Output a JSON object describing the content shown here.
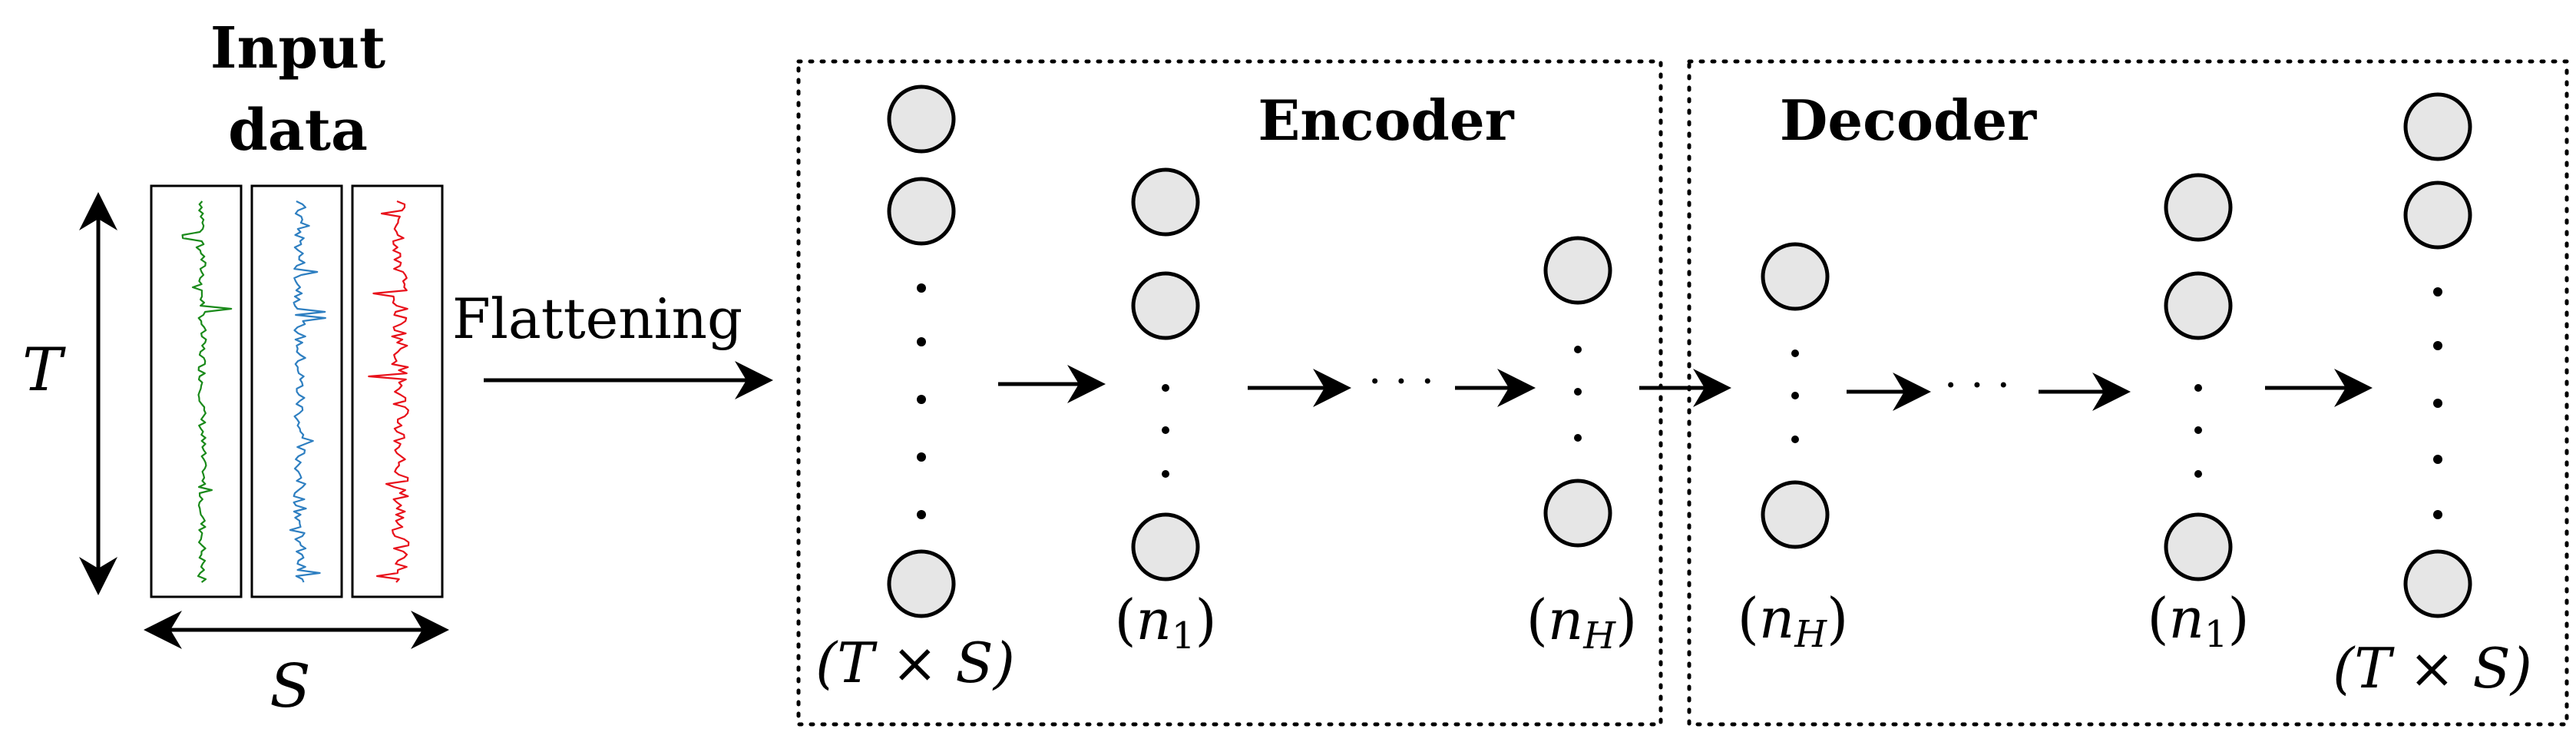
{
  "input": {
    "title_line1": "Input",
    "title_line2": "data",
    "time_axis_label": "T",
    "series_axis_label": "S",
    "series_colors": [
      "#1a8a1a",
      "#2e7fc1",
      "#e8101a"
    ]
  },
  "flatten_label": "Flattening",
  "encoder": {
    "title": "Encoder",
    "layer_labels": {
      "input": "(T × S)",
      "first_open": "(",
      "first_var": "n",
      "first_sub": "1",
      "first_close": ")",
      "last_open": "(",
      "last_var": "n",
      "last_sub": "H",
      "last_close": ")"
    }
  },
  "decoder": {
    "title": "Decoder",
    "layer_labels": {
      "first_open": "(",
      "first_var": "n",
      "first_sub": "H",
      "first_close": ")",
      "second_open": "(",
      "second_var": "n",
      "second_sub": "1",
      "second_close": ")",
      "output": "(T × S)"
    }
  },
  "ellipsis": "· · ·",
  "icons": {
    "node": "circle-node-icon",
    "arrow": "arrow-right-icon"
  }
}
